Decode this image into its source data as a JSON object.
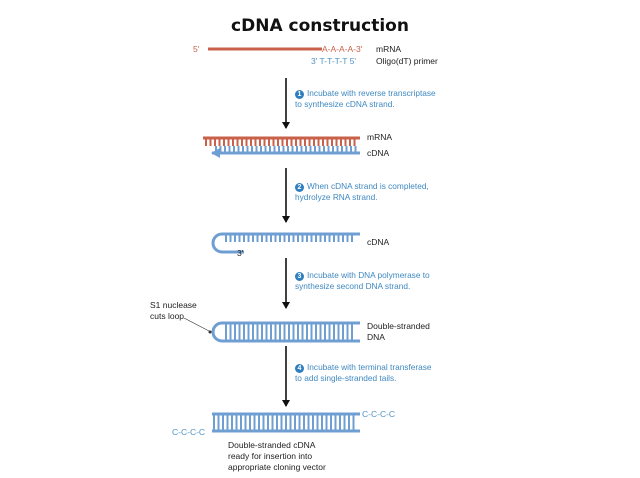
{
  "title": "cDNA construction",
  "stage1": {
    "five_prime": "5'",
    "poly_a": "A-A-A-A-3'",
    "mrna_label": "mRNA",
    "primer_seq": "3'  T-T-T-T  5'",
    "primer_label": "Oligo(dT) primer"
  },
  "steps": [
    {
      "number": "1",
      "line1": "Incubate with reverse transcriptase",
      "line2": "to synthesize cDNA strand."
    },
    {
      "number": "2",
      "line1": "When cDNA strand is completed,",
      "line2": "hydrolyze RNA strand."
    },
    {
      "number": "3",
      "line1": "Incubate with DNA polymerase to",
      "line2": "synthesize second DNA strand."
    },
    {
      "number": "4",
      "line1": "Incubate with terminal transferase",
      "line2": "to add single-stranded tails."
    }
  ],
  "stage2": {
    "mrna_label": "mRNA",
    "cdna_label": "cDNA"
  },
  "stage3": {
    "cdna_label": "cDNA",
    "three_prime": "3'"
  },
  "stage4": {
    "nuclease_line1": "S1 nuclease",
    "nuclease_line2": "cuts loop",
    "ds_line1": "Double-stranded",
    "ds_line2": "DNA"
  },
  "stage5": {
    "tail_right": "C-C-C-C",
    "tail_left": "C-C-C-C",
    "caption_line1": "Double-stranded cDNA",
    "caption_line2": "ready for insertion into",
    "caption_line3": "appropriate cloning vector"
  },
  "colors": {
    "rna": "#c9604a",
    "dna": "#6f9fd2",
    "arrow": "#111111",
    "step_text": "#3f88c0"
  }
}
